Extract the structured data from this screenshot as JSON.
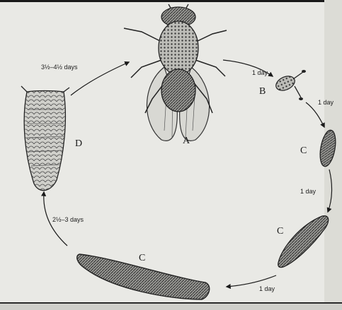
{
  "stages": {
    "adult": "A",
    "egg": "B",
    "larva_1": "C",
    "larva_2": "C",
    "larva_3": "C",
    "pupa": "D"
  },
  "durations": {
    "adult_to_egg": "1 day",
    "egg_to_larva": "1 day",
    "larva_1_to_2": "1 day",
    "larva_2_to_3": "1 day",
    "larva_to_pupa": "2½–3 days",
    "pupa_to_adult": "3½–4½ days"
  }
}
